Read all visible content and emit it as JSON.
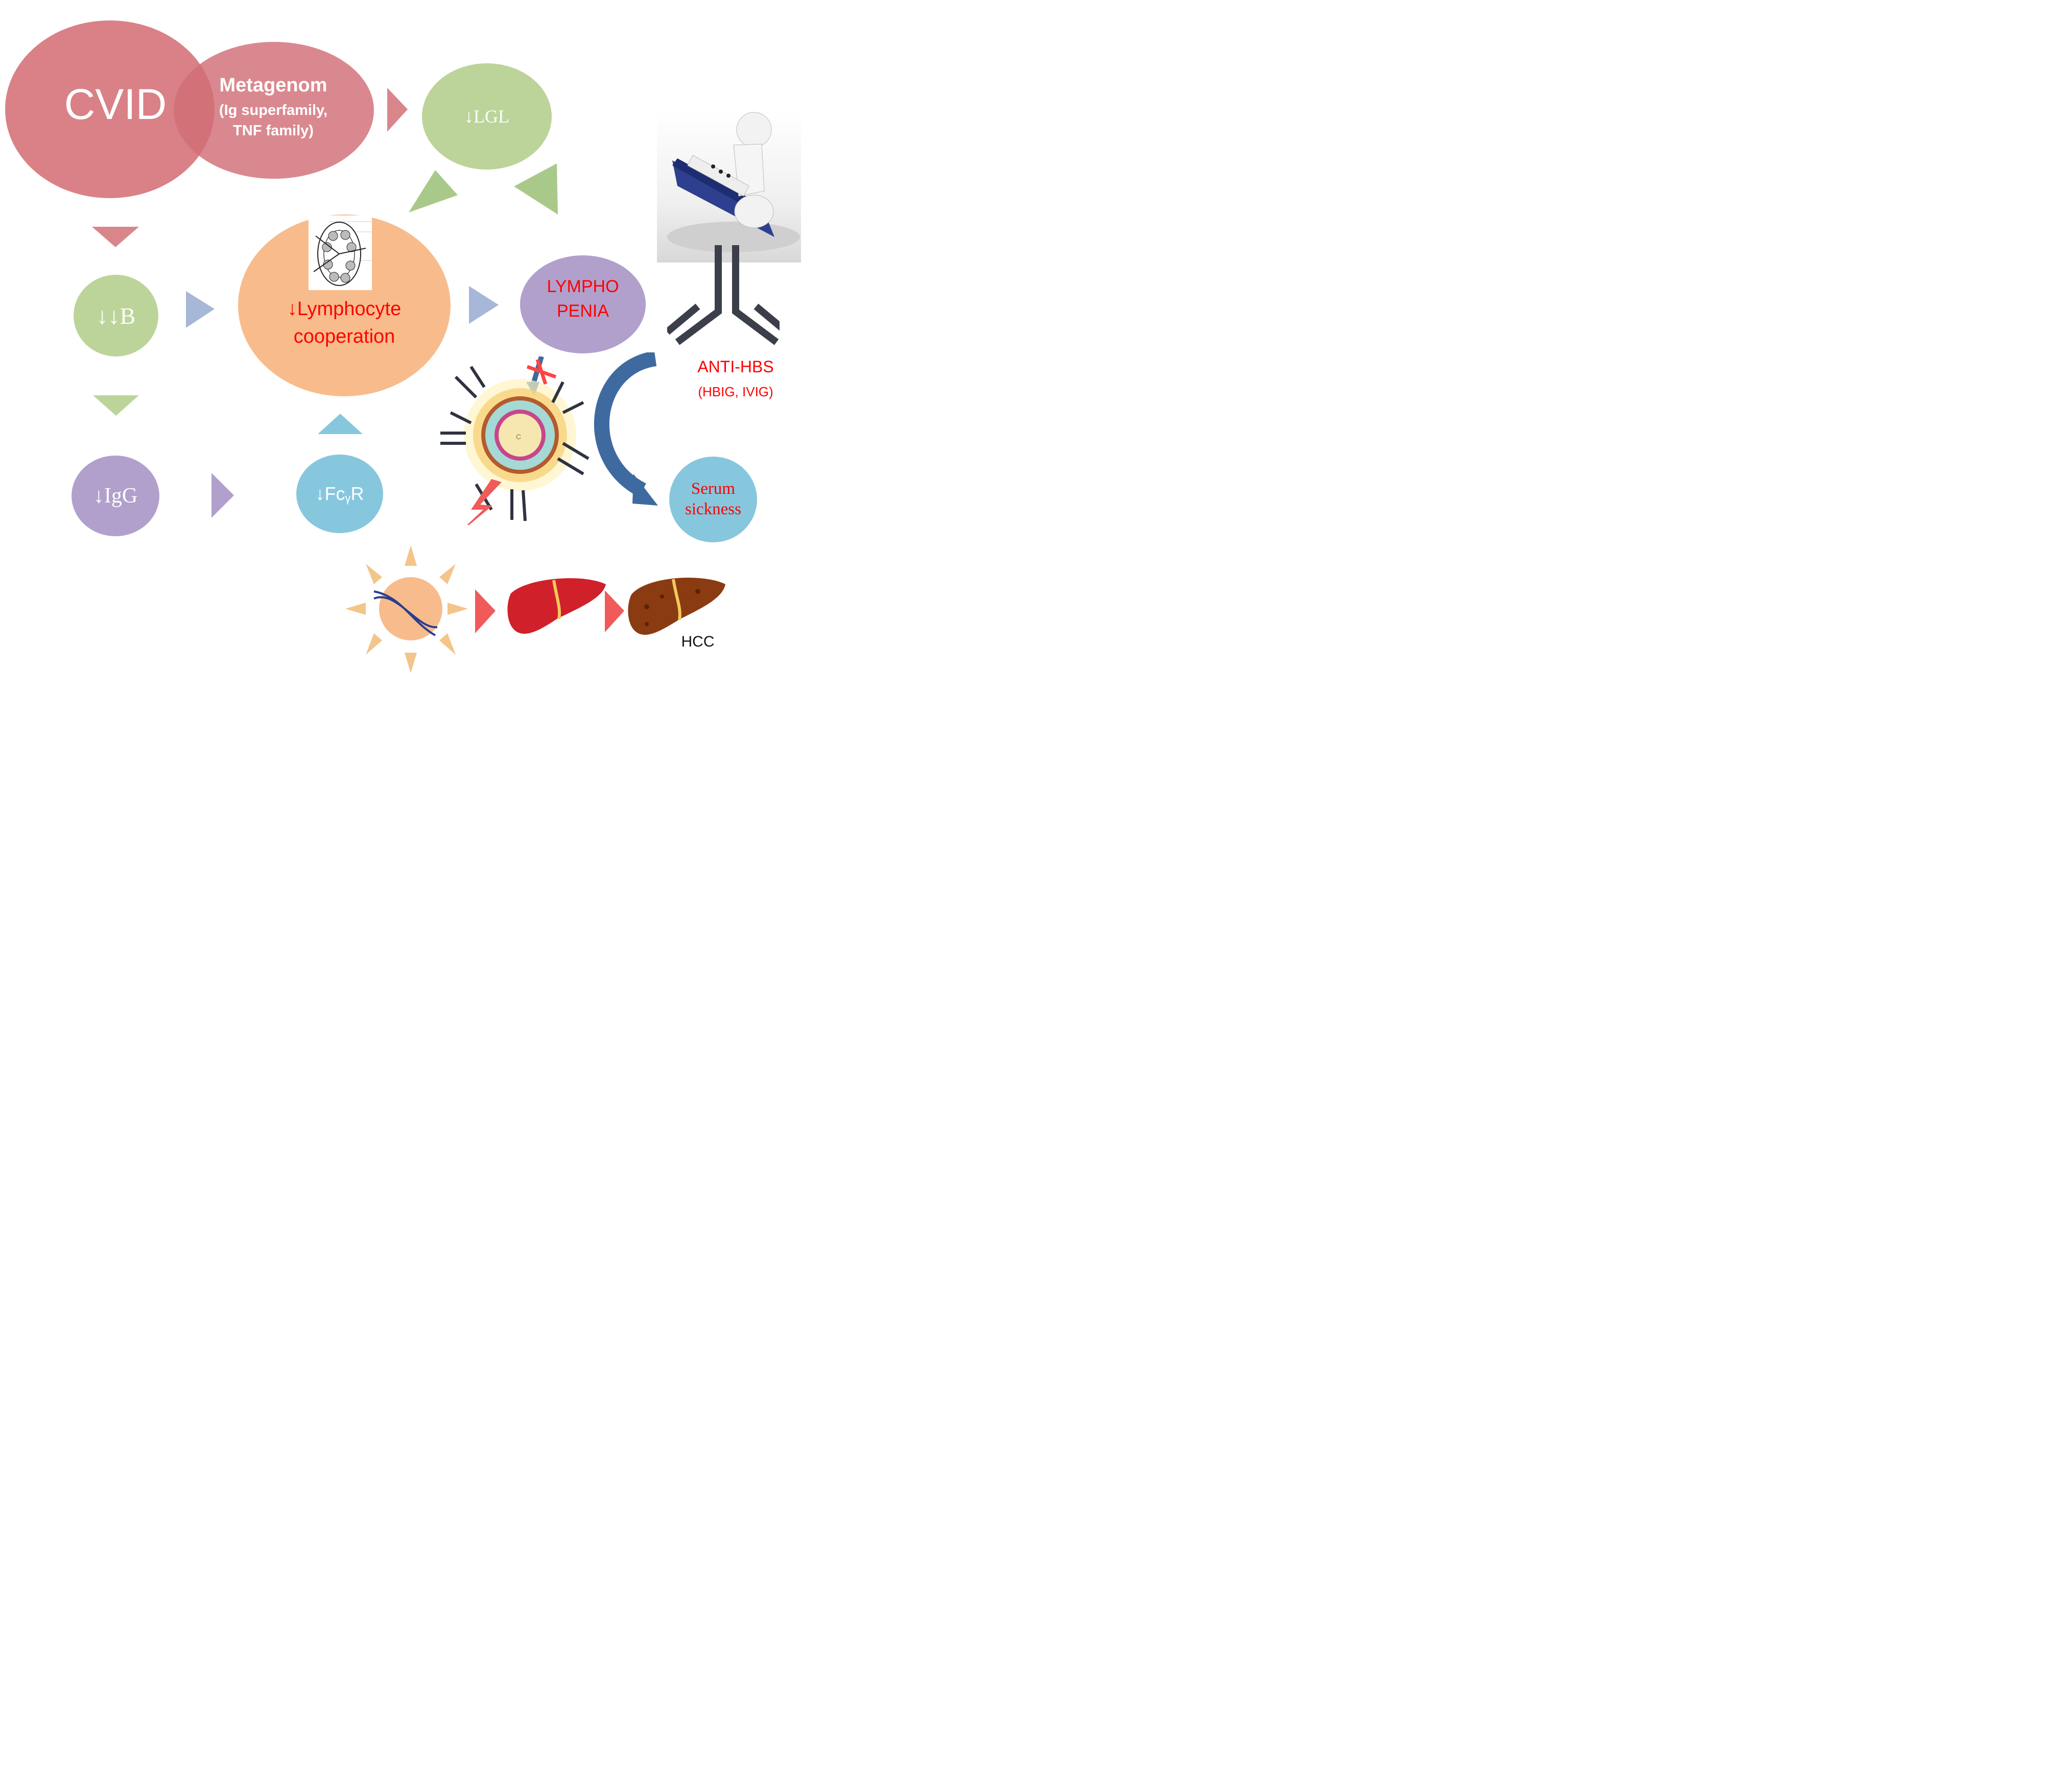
{
  "nodes": {
    "cvid": "CVID",
    "metagenom_title": "Metagenom",
    "metagenom_line1": "(Ig superfamily,",
    "metagenom_line2": "TNF family)",
    "lgl": "↓LGL",
    "b_cells": "↓↓B",
    "lymphocyte_line1": "↓Lymphocyte",
    "lymphocyte_line2": "cooperation",
    "lymphopenia_line1": "LYMPHO",
    "lymphopenia_line2": "PENIA",
    "igg": "↓IgG",
    "fcr_prefix": "↓Fc",
    "fcr_sub": "γ",
    "fcr_suffix": "R",
    "anti_hbs": "ANTI-HBS",
    "anti_hbs_sub": "(HBIG, IVIG)",
    "serum_line1": "Serum",
    "serum_line2": "sickness",
    "hcc": "HCC"
  },
  "colors": {
    "red_node": "#d9868a",
    "green_node": "#bcd49a",
    "orange_node": "#f8bc8c",
    "purple_node": "#b1a0cc",
    "blue_node": "#86c7de",
    "red_text": "#ff0000",
    "arrow_blue": "#3f6aa0"
  }
}
